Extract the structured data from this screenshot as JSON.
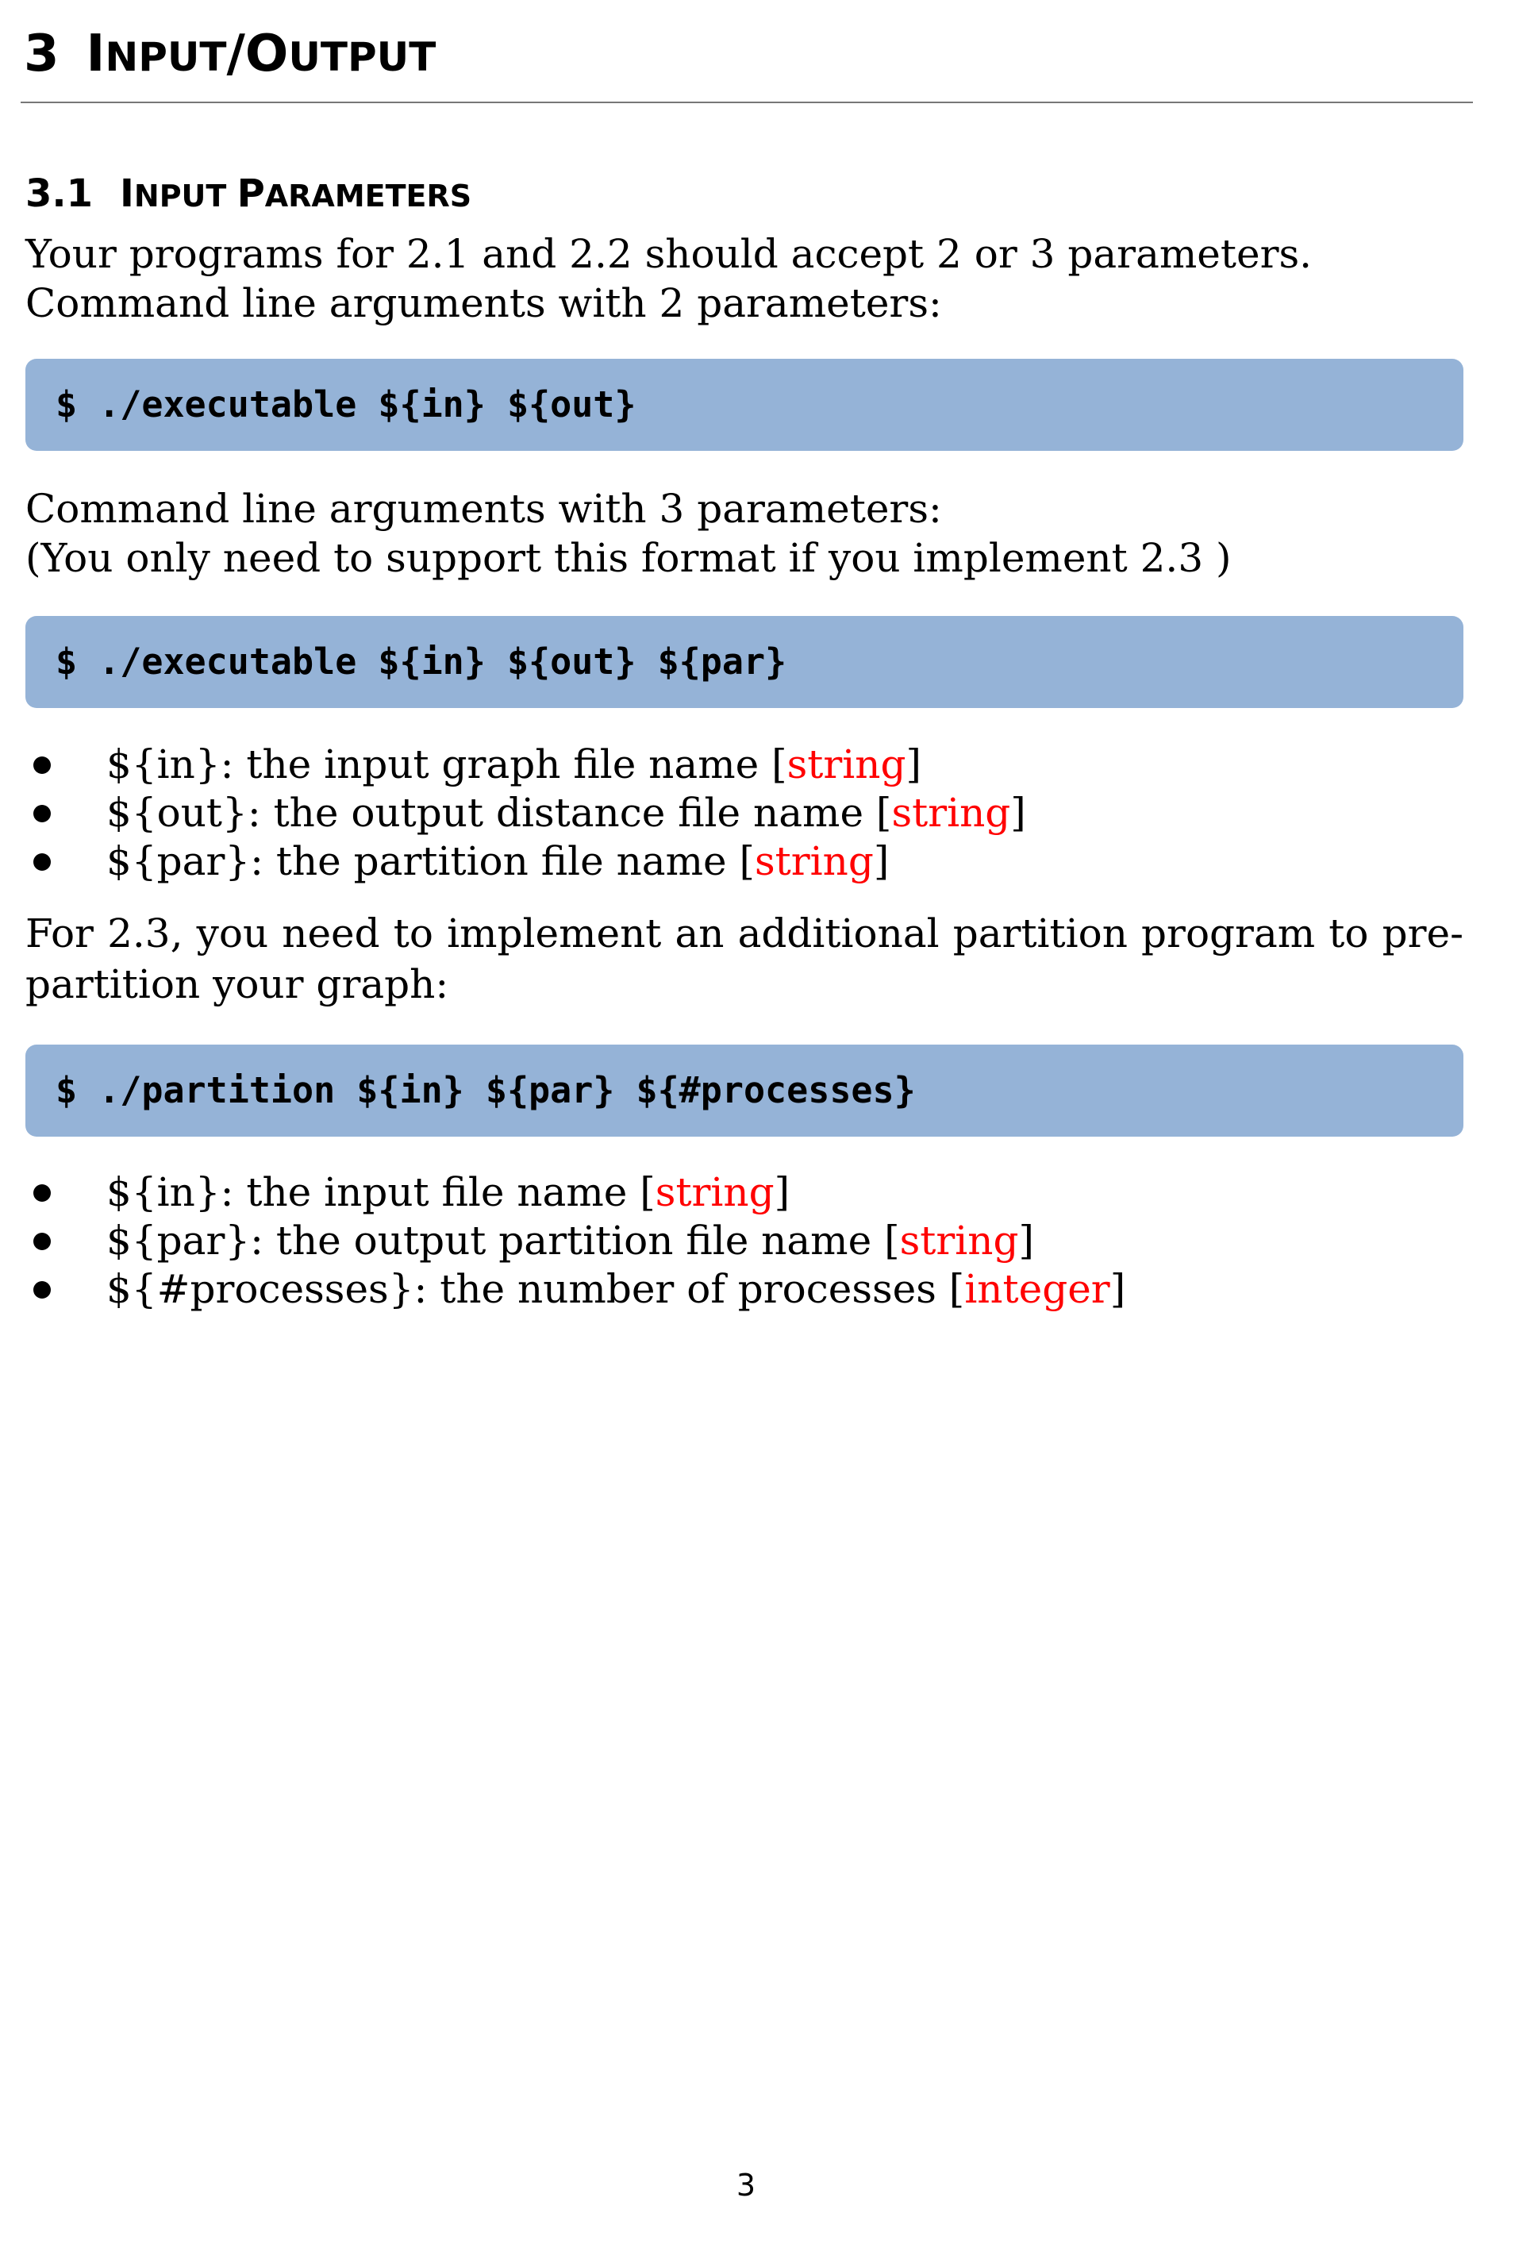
{
  "section": {
    "number": "3",
    "title_parts": [
      {
        "big": "I",
        "small": "NPUT"
      },
      {
        "big": "/O",
        "small": "UTPUT"
      }
    ]
  },
  "subsection": {
    "number": "3.1",
    "title_parts": [
      {
        "big": "I",
        "small": "NPUT "
      },
      {
        "big": "P",
        "small": "ARAMETERS"
      }
    ]
  },
  "intro": {
    "line1": "Your programs for 2.1 and 2.2 should accept 2 or 3 parameters.",
    "line2": "Command line arguments with 2 parameters:"
  },
  "code1": "$ ./executable ${in} ${out}",
  "three_params": {
    "line1": "Command line arguments with 3 parameters:",
    "line2": "(You only need to support this format if you implement 2.3 )"
  },
  "code2": "$ ./executable ${in} ${out} ${par}",
  "params_list": [
    {
      "text": "${in}: the input graph file name [",
      "type": "string",
      "close": "]"
    },
    {
      "text": "${out}: the output distance file name [",
      "type": "string",
      "close": "]"
    },
    {
      "text": "${par}: the partition file name [",
      "type": "string",
      "close": "]"
    }
  ],
  "partition_intro": "For 2.3, you need to implement an additional partition program to pre-partition your graph:",
  "code3": "$ ./partition ${in} ${par} ${#processes}",
  "partition_list": [
    {
      "text": "${in}: the input file name [",
      "type": "string",
      "close": "]"
    },
    {
      "text": "${par}: the output partition file name [",
      "type": "string",
      "close": "]"
    },
    {
      "text": "${#processes}: the number of processes [",
      "type": "integer",
      "close": "]"
    }
  ],
  "page_number": "3",
  "colors": {
    "code_background": "#95b3d7",
    "type_highlight": "#ff0000",
    "rule": "#777777"
  }
}
